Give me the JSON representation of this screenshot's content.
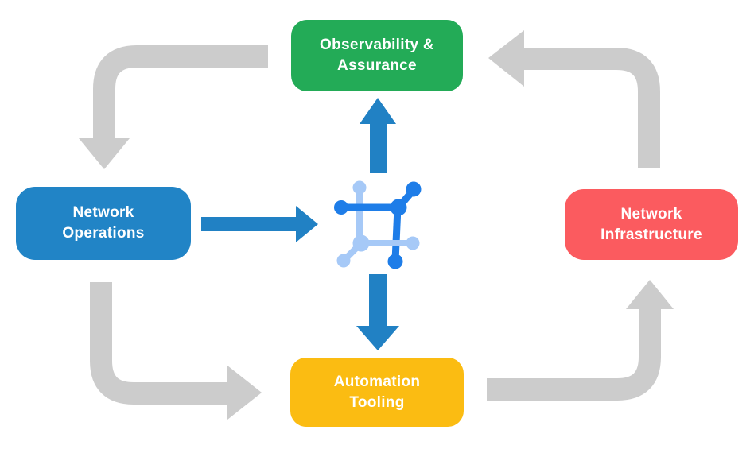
{
  "diagram": {
    "title": "Network automation lifecycle diagram",
    "colors": {
      "background": "#ffffff",
      "observability_green": "#23ab57",
      "operations_blue": "#2184c6",
      "infrastructure_red": "#fb5b5f",
      "automation_yellow": "#fbbc12",
      "cycle_arrow_gray": "#cccccc",
      "flow_arrow_blue": "#2181c4",
      "icon_dark_blue": "#1e7de8",
      "icon_light_blue": "#a6c9f7",
      "label_text": "#ffffff"
    },
    "nodes": {
      "observability": {
        "label": "Observability & Assurance",
        "lines": [
          "Observability &",
          "Assurance"
        ]
      },
      "operations": {
        "label": "Network Operations",
        "lines": [
          "Network",
          "Operations"
        ]
      },
      "infrastructure": {
        "label": "Network Infrastructure",
        "lines": [
          "Network",
          "Infrastructure"
        ]
      },
      "automation": {
        "label": "Automation Tooling",
        "lines": [
          "Automation",
          "Tooling"
        ]
      }
    },
    "center_icon": {
      "name": "network-mesh-icon"
    },
    "edges": {
      "gray_cycle": [
        {
          "from": "Observability & Assurance",
          "to": "Network Operations"
        },
        {
          "from": "Network Operations",
          "to": "Automation Tooling"
        },
        {
          "from": "Automation Tooling",
          "to": "Network Infrastructure"
        },
        {
          "from": "Network Infrastructure",
          "to": "Observability & Assurance"
        }
      ],
      "blue_flows": [
        {
          "from": "Network Operations",
          "to": "network-mesh-icon"
        },
        {
          "from": "network-mesh-icon",
          "to": "Observability & Assurance"
        },
        {
          "from": "network-mesh-icon",
          "to": "Automation Tooling"
        }
      ]
    }
  }
}
